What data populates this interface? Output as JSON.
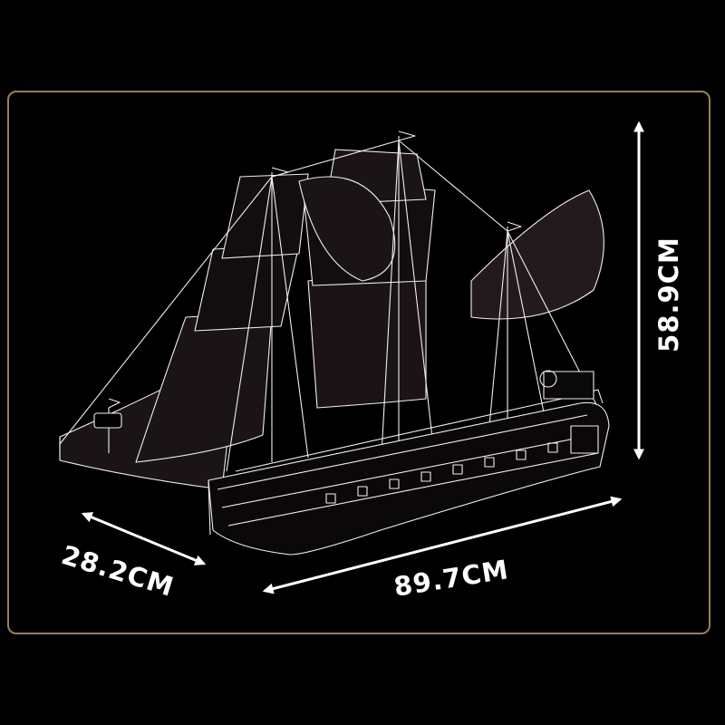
{
  "dimensions": {
    "height": "58.9CM",
    "depth": "28.2CM",
    "length": "89.7CM"
  },
  "colors": {
    "background": "#000000",
    "frame_border": "#9a7f5a",
    "line_art": "#ffffff",
    "sail_fill": "#1a1416"
  },
  "icons": {
    "ship": "ship-line-art",
    "arrows": "double-headed-arrow"
  }
}
